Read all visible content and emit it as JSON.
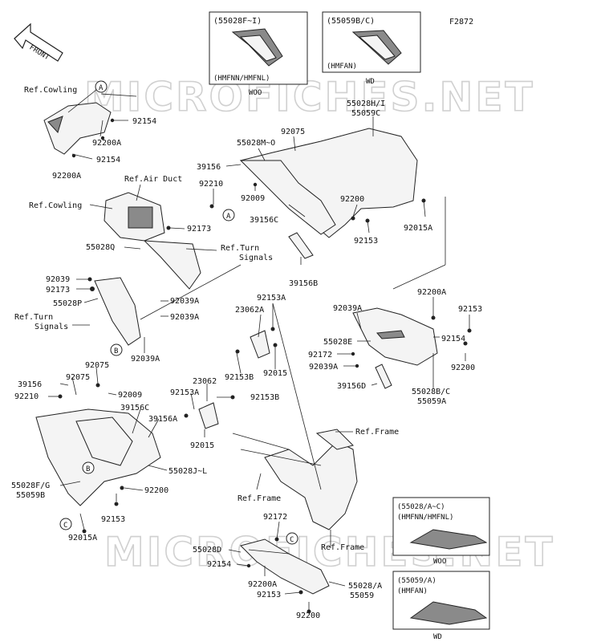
{
  "figure_code": "F2872",
  "front_label": "FRONT",
  "watermark": "MICROFICHES.NET",
  "boxes": {
    "top_left": {
      "part": "(55028F~I)",
      "model": "(HMFNN/HMFNL)",
      "color": "WOO"
    },
    "top_right": {
      "part": "(55059B/C)",
      "model": "(HMFAN)",
      "color": "WD"
    },
    "bottom_top": {
      "part": "(55028/A~C)",
      "model": "(HMFNN/HMFNL)",
      "color": "WOO"
    },
    "bottom_bottom": {
      "part": "(55059/A)",
      "model": "(HMFAN)",
      "color": "WD"
    }
  },
  "circles": [
    "A",
    "A",
    "B",
    "B",
    "C",
    "C"
  ],
  "labels": {
    "ref_cowling_1": "Ref.Cowling",
    "l_92154_a": "92154",
    "l_92200A_a": "92200A",
    "l_92154_b": "92154",
    "l_92200A_b": "92200A",
    "ref_air_duct": "Ref.Air Duct",
    "ref_cowling_2": "Ref.Cowling",
    "l_92173_a": "92173",
    "l_55028Q": "55028Q",
    "ref_turn_1a": "Ref.Turn",
    "ref_turn_1b": "Signals",
    "l_92039_a": "92039",
    "l_92173_b": "92173",
    "l_55028P": "55028P",
    "ref_turn_2a": "Ref.Turn",
    "ref_turn_2b": "Signals",
    "l_92039A_a": "92039A",
    "l_92039A_b": "92039A",
    "l_92039A_c": "92039A",
    "l_55028HI": "55028H/I",
    "l_55059C": "55059C",
    "l_92075_a": "92075",
    "l_55028MO": "55028M~O",
    "l_39156_a": "39156",
    "l_92210_a": "92210",
    "l_92009_a": "92009",
    "l_39156C_a": "39156C",
    "l_92200_a": "92200",
    "l_92153_a": "92153",
    "l_92015A_a": "92015A",
    "l_39156B": "39156B",
    "l_92153A_a": "92153A",
    "l_23062A": "23062A",
    "l_92039A_d": "92039A",
    "l_92200A_c": "92200A",
    "l_92153_b": "92153",
    "l_55028E": "55028E",
    "l_92154_c": "92154",
    "l_92172_a": "92172",
    "l_92039A_e": "92039A",
    "l_92200_b": "92200",
    "l_92153B_a": "92153B",
    "l_92015_a": "92015",
    "l_39156D": "39156D",
    "l_55028BC": "55028B/C",
    "l_55059A": "55059A",
    "l_92075_b": "92075",
    "l_39156_b": "39156",
    "l_92075_c": "92075",
    "l_92210_b": "92210",
    "l_92009_b": "92009",
    "l_39156C_b": "39156C",
    "l_39156A": "39156A",
    "l_92153A_b": "92153A",
    "l_23062": "23062",
    "l_92153B_b": "92153B",
    "l_92015_b": "92015",
    "ref_frame_1": "Ref.Frame",
    "l_55028JL": "55028J~L",
    "l_55028FG": "55028F/G",
    "l_55059B": "55059B",
    "l_92200_c": "92200",
    "l_92153_c": "92153",
    "l_92015A_b": "92015A",
    "ref_frame_2": "Ref.Frame",
    "l_92172_b": "92172",
    "l_55028D": "55028D",
    "ref_frame_3": "Ref.Frame",
    "l_92154_d": "92154",
    "l_92200A_d": "92200A",
    "l_92153_d": "92153",
    "l_550280A": "55028/A",
    "l_55059_b": "55059",
    "l_92200_d": "92200"
  }
}
